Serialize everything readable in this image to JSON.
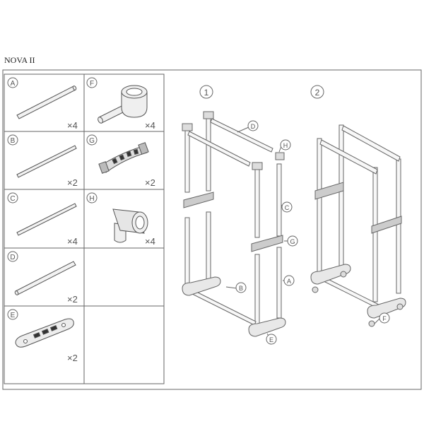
{
  "document": {
    "title": "NOVA II"
  },
  "parts": [
    {
      "letter": "A",
      "qty": "×4"
    },
    {
      "letter": "B",
      "qty": "×2"
    },
    {
      "letter": "C",
      "qty": "×4"
    },
    {
      "letter": "D",
      "qty": "×2"
    },
    {
      "letter": "E",
      "qty": "×2"
    },
    {
      "letter": "F",
      "qty": "×4"
    },
    {
      "letter": "G",
      "qty": "×2"
    },
    {
      "letter": "H",
      "qty": "×4"
    }
  ],
  "steps": {
    "step1": "1",
    "step2": "2"
  },
  "callouts": {
    "a": "A",
    "b": "B",
    "c": "C",
    "d": "D",
    "e": "E",
    "f": "F",
    "g": "G",
    "h": "H"
  }
}
